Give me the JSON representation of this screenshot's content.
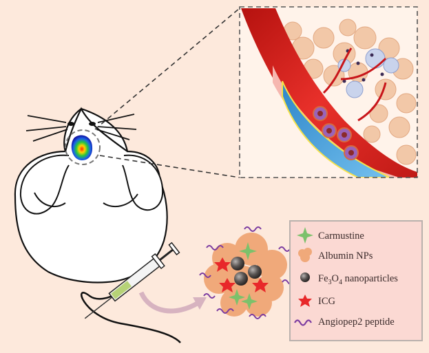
{
  "colors": {
    "background": "#fde9dc",
    "vessel": "#d8221f",
    "lumen": "#3fa0dd",
    "albumin": "#f0a97a",
    "carmustine": "#7cc16b",
    "icg": "#e8282a",
    "fe3o4": "#5a5553",
    "peptide": "#7a3aa0",
    "legend_bg": "#fbd9d3",
    "legend_border": "#b9b1ad"
  },
  "legend": {
    "items": [
      {
        "key": "carmustine",
        "label": "Carmustine",
        "icon": "star4-icon"
      },
      {
        "key": "albumin",
        "label": "Albumin NPs",
        "icon": "blob-icon"
      },
      {
        "key": "fe3o4",
        "label_main": "Fe",
        "label_sub1": "3",
        "label_mid": "O",
        "label_sub2": "4",
        "label_tail": " nanoparticles",
        "icon": "sphere-icon"
      },
      {
        "key": "icg",
        "label": "ICG",
        "icon": "star6-icon"
      },
      {
        "key": "angiopep",
        "label": "Angiopep2 peptide",
        "icon": "wave-icon"
      }
    ]
  }
}
